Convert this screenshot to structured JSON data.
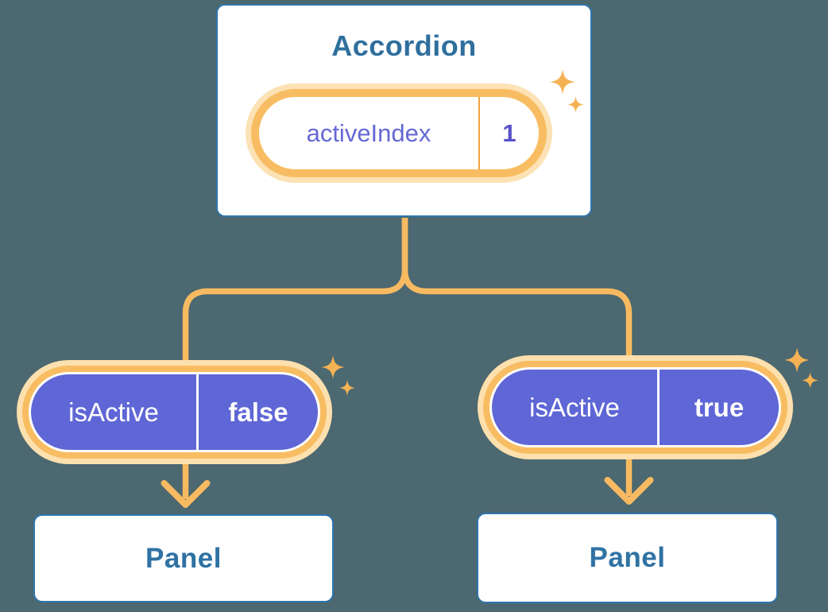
{
  "diagram": {
    "accordion": {
      "title": "Accordion",
      "state_pill": {
        "label": "activeIndex",
        "value": "1"
      }
    },
    "children": [
      {
        "pill": {
          "label": "isActive",
          "value": "false"
        },
        "panel": {
          "title": "Panel"
        }
      },
      {
        "pill": {
          "label": "isActive",
          "value": "true"
        },
        "panel": {
          "title": "Panel"
        }
      }
    ],
    "icons": [
      "sparkle-icon"
    ],
    "colors": {
      "background": "#4C6870",
      "card_border_blue": "#2E75AD",
      "heading_blue": "#2F6F9D",
      "connector_orange": "#F7BA61",
      "ring_orange": "#F8BD62",
      "ring_glow": "#FDE0AE",
      "pill_purple": "#5F66D6",
      "state_label_purple": "#6568D3",
      "state_value_indigo": "#5952C9",
      "sparkle_orange": "#F5B254"
    }
  }
}
